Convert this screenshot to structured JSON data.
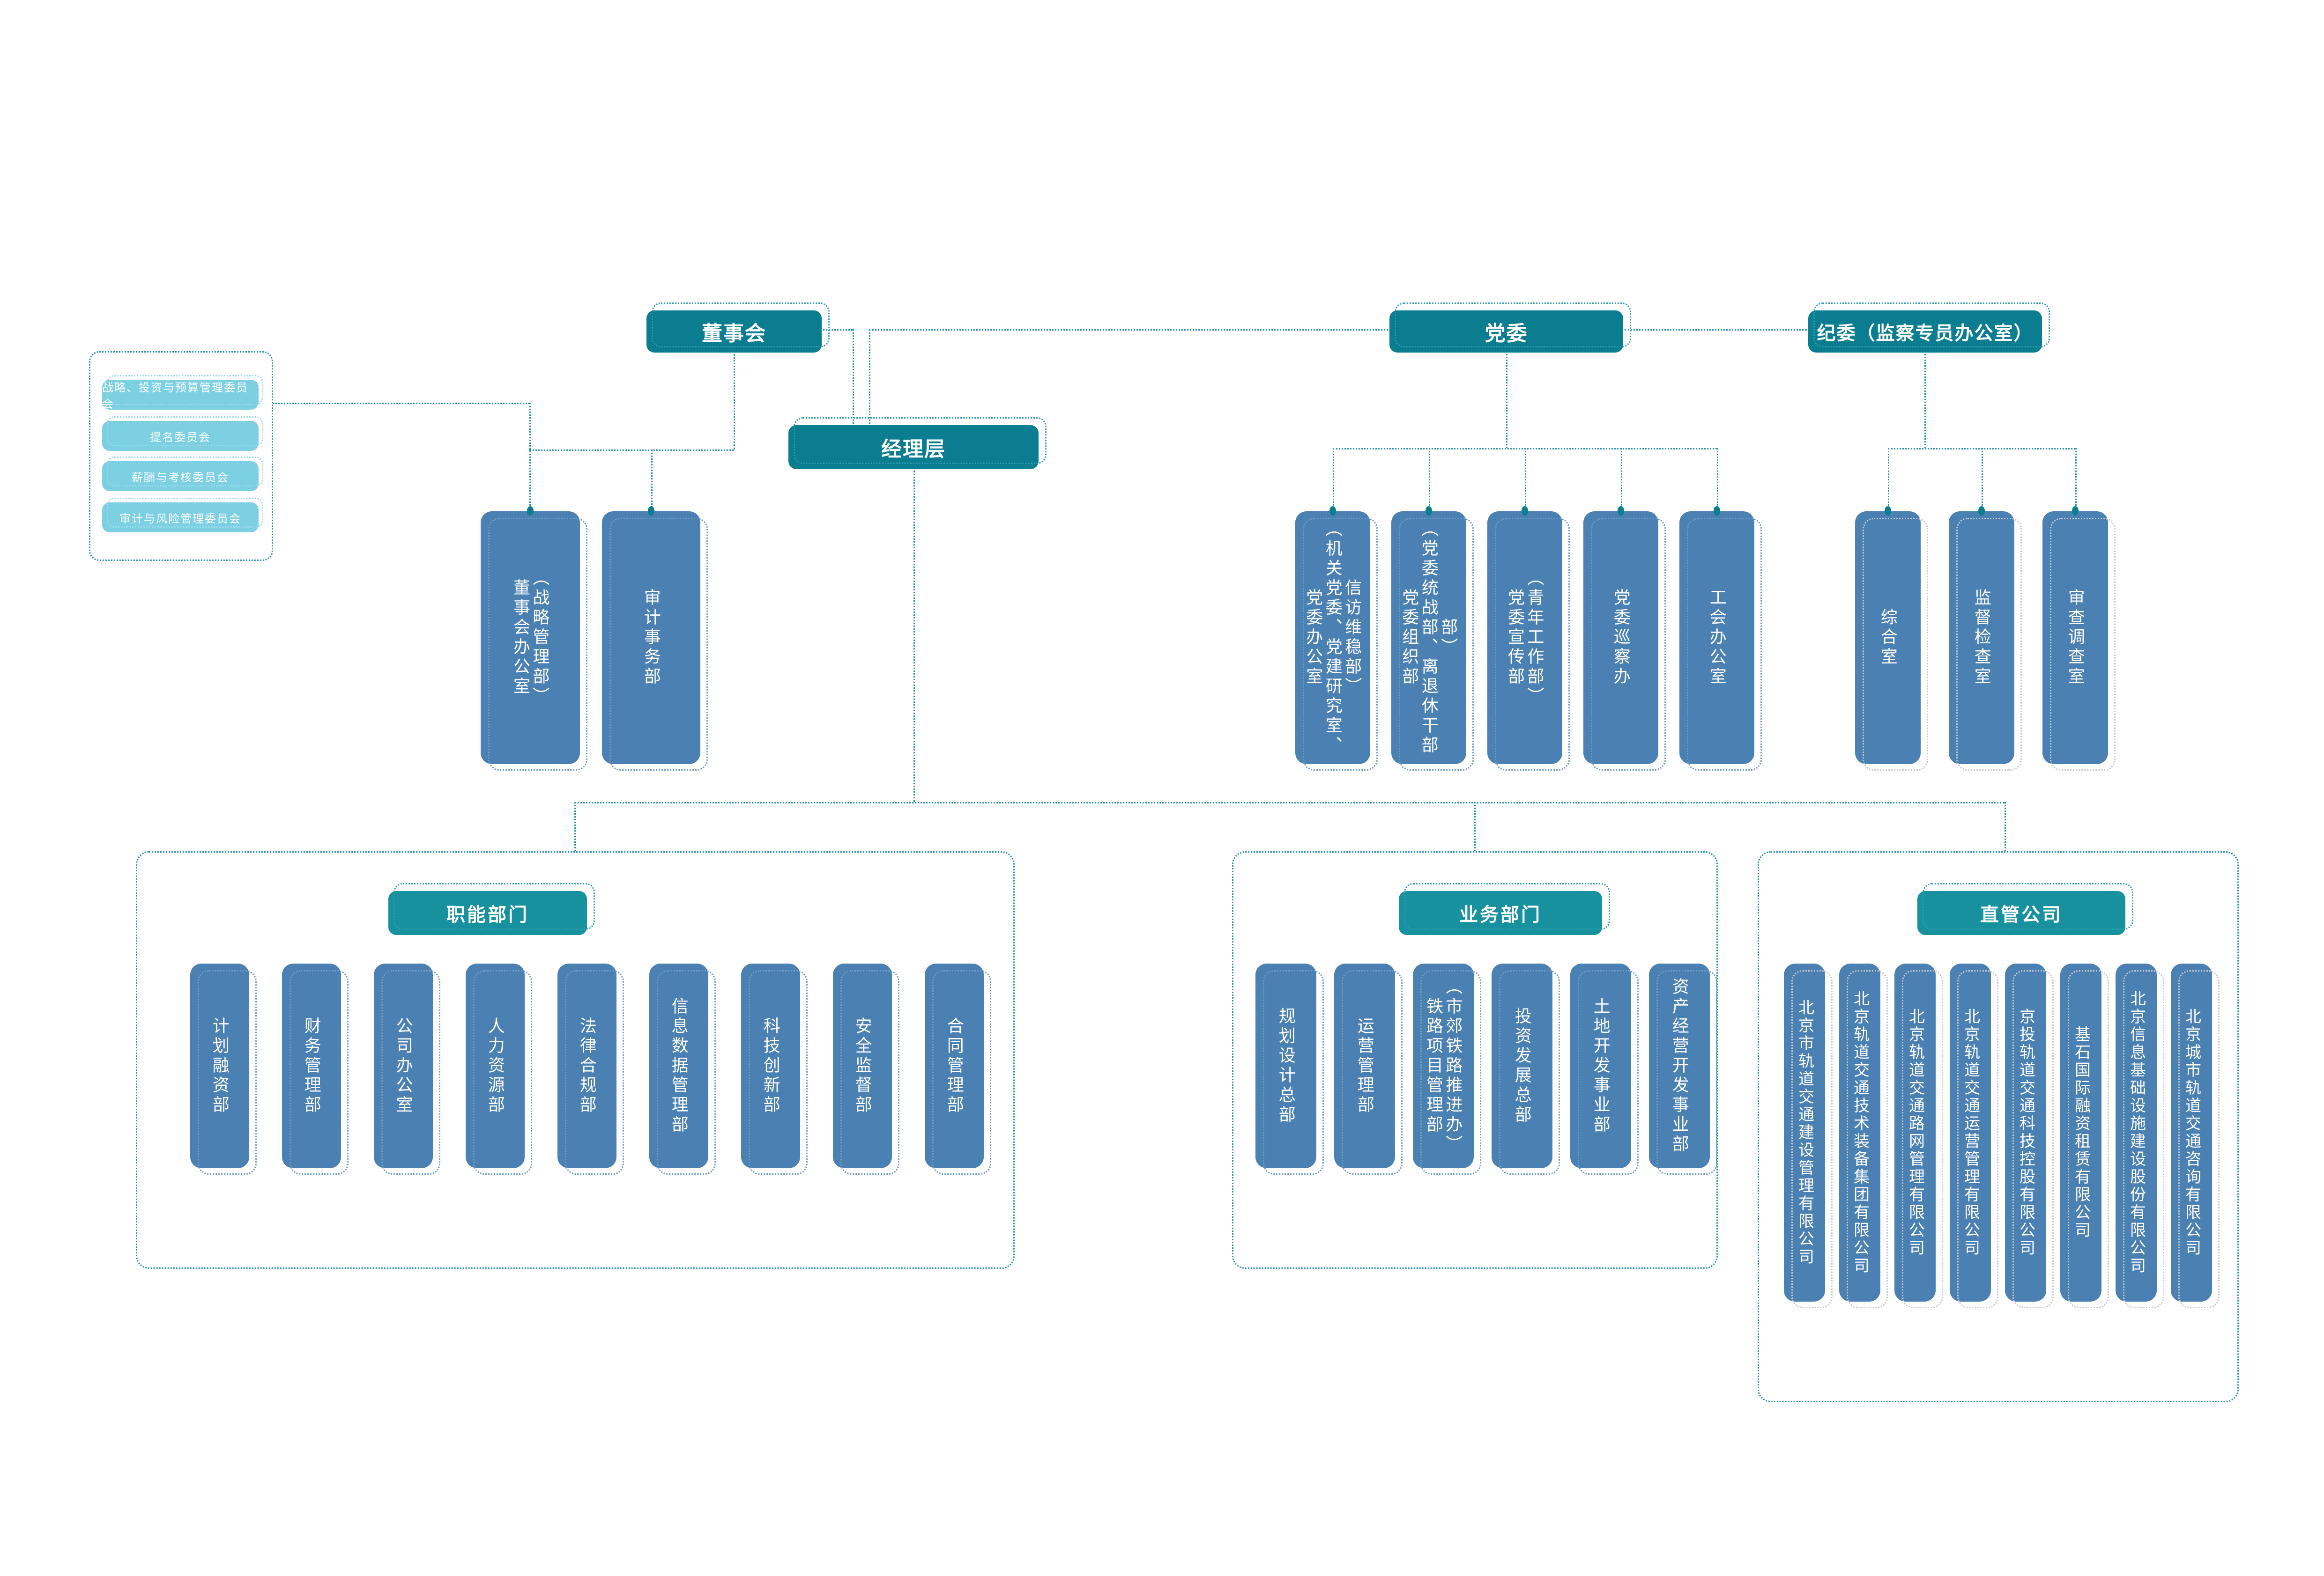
{
  "colors": {
    "header_teal": "#0a7d91",
    "section_header_teal": "#17919e",
    "department_blue": "#4b80b3",
    "committee_light_blue": "#7dd0e2",
    "dotted_line_teal": "#1f91a5"
  },
  "top": {
    "board": "董事会",
    "party": "党委",
    "discipline": "纪委（监察专员办公室）",
    "management": "经理层"
  },
  "committees": {
    "items": [
      {
        "label": "战略、投资与预算管理委员会"
      },
      {
        "label": "提名委员会"
      },
      {
        "label": "薪酬与考核委员会"
      },
      {
        "label": "审计与风险管理委员会"
      }
    ]
  },
  "board_depts": [
    {
      "label": "董事会办公室\n（战略管理部）"
    },
    {
      "label": "审计事务部"
    }
  ],
  "party_depts": [
    {
      "label": "党委办公室\n（机关党委、党建研究室、信访维稳部）"
    },
    {
      "label": "党委组织部\n（党委统战部、离退休干部部）"
    },
    {
      "label": "党委宣传部\n（青年工作部）"
    },
    {
      "label": "党委巡察办"
    },
    {
      "label": "工会办公室"
    }
  ],
  "discipline_depts": [
    {
      "label": "综合室"
    },
    {
      "label": "监督检查室"
    },
    {
      "label": "审查调查室"
    }
  ],
  "sections": [
    {
      "header": "职能部门",
      "items": [
        {
          "label": "计划融资部"
        },
        {
          "label": "财务管理部"
        },
        {
          "label": "公司办公室"
        },
        {
          "label": "人力资源部"
        },
        {
          "label": "法律合规部"
        },
        {
          "label": "信息数据管理部"
        },
        {
          "label": "科技创新部"
        },
        {
          "label": "安全监督部"
        },
        {
          "label": "合同管理部"
        }
      ]
    },
    {
      "header": "业务部门",
      "items": [
        {
          "label": "规划设计总部"
        },
        {
          "label": "运营管理部"
        },
        {
          "label": "铁路项目管理部\n（市郊铁路推进办）"
        },
        {
          "label": "投资发展总部"
        },
        {
          "label": "土地开发事业部"
        },
        {
          "label": "资产经营开发事业部"
        }
      ]
    },
    {
      "header": "直管公司",
      "items": [
        {
          "label": "北京市轨道交通建设管理有限公司"
        },
        {
          "label": "北京轨道交通技术装备集团有限公司"
        },
        {
          "label": "北京轨道交通路网管理有限公司"
        },
        {
          "label": "北京轨道交通运营管理有限公司"
        },
        {
          "label": "京投轨道交通科技控股有限公司"
        },
        {
          "label": "基石国际融资租赁有限公司"
        },
        {
          "label": "北京信息基础设施建设股份有限公司"
        },
        {
          "label": "北京城市轨道交通咨询有限公司"
        }
      ]
    }
  ]
}
